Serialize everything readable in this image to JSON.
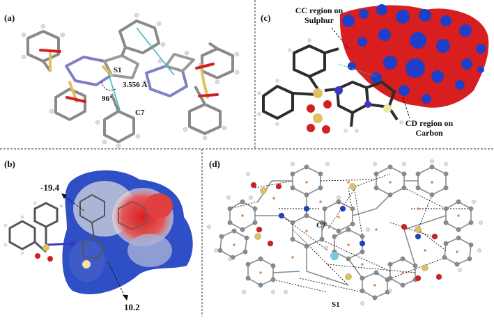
{
  "panels": {
    "a": {
      "label": "(a)",
      "atom_s1": "S1",
      "atom_c7": "C7",
      "distance": "3.556 Å",
      "angle": "96°"
    },
    "b": {
      "label": "(b)",
      "value_top": "-19.4",
      "value_bottom": "10.2"
    },
    "c": {
      "label": "(c)",
      "cc_note": "CC region on\nSulphur",
      "cd_note": "CD region on\nCarbon"
    },
    "d": {
      "label": "(d)",
      "atom_c7": "C7",
      "atom_s1": "S1"
    }
  },
  "colors": {
    "hydrogen": "#dcdcdc",
    "carbon": "#7a7a7a",
    "nitrogen": "#6f6fd0",
    "sulfur": "#e0c060",
    "oxygen": "#d02020",
    "contact": "#33b5c8",
    "positive": "#1f3fc8",
    "negative": "#d81e1e"
  }
}
